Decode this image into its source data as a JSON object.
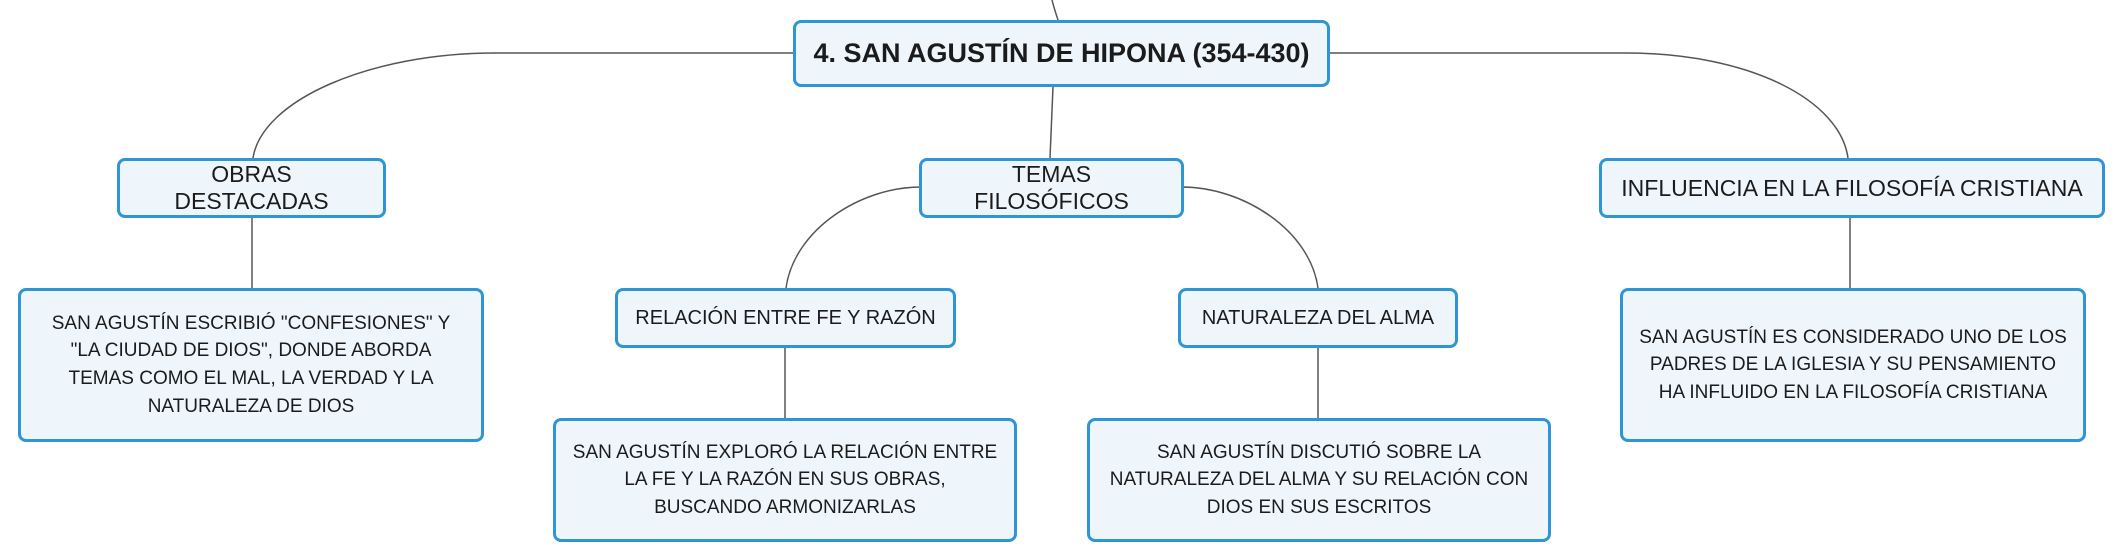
{
  "diagram": {
    "root": {
      "label": "4. SAN AGUSTÍN DE HIPONA (354-430)"
    },
    "branches": [
      {
        "label": "OBRAS DESTACADAS",
        "detail": "SAN AGUSTÍN ESCRIBIÓ \"CONFESIONES\" Y \"LA CIUDAD DE DIOS\", DONDE ABORDA TEMAS COMO EL MAL, LA VERDAD Y LA NATURALEZA DE DIOS"
      },
      {
        "label": "TEMAS FILOSÓFICOS",
        "children": [
          {
            "label": "RELACIÓN ENTRE FE Y RAZÓN",
            "detail": "SAN AGUSTÍN EXPLORÓ LA RELACIÓN ENTRE LA FE Y LA RAZÓN EN SUS OBRAS, BUSCANDO ARMONIZARLAS"
          },
          {
            "label": "NATURALEZA DEL ALMA",
            "detail": "SAN AGUSTÍN DISCUTIÓ SOBRE LA NATURALEZA DEL ALMA Y SU RELACIÓN CON DIOS EN SUS ESCRITOS"
          }
        ]
      },
      {
        "label": "INFLUENCIA EN LA FILOSOFÍA CRISTIANA",
        "detail": "SAN AGUSTÍN ES CONSIDERADO UNO DE LOS PADRES DE LA IGLESIA Y SU PENSAMIENTO HA INFLUIDO EN LA FILOSOFÍA CRISTIANA"
      }
    ]
  },
  "colors": {
    "node_border": "#2f95d6",
    "node_fill": "#eef6fc",
    "connector": "#555555",
    "text": "#1b1b1b"
  }
}
